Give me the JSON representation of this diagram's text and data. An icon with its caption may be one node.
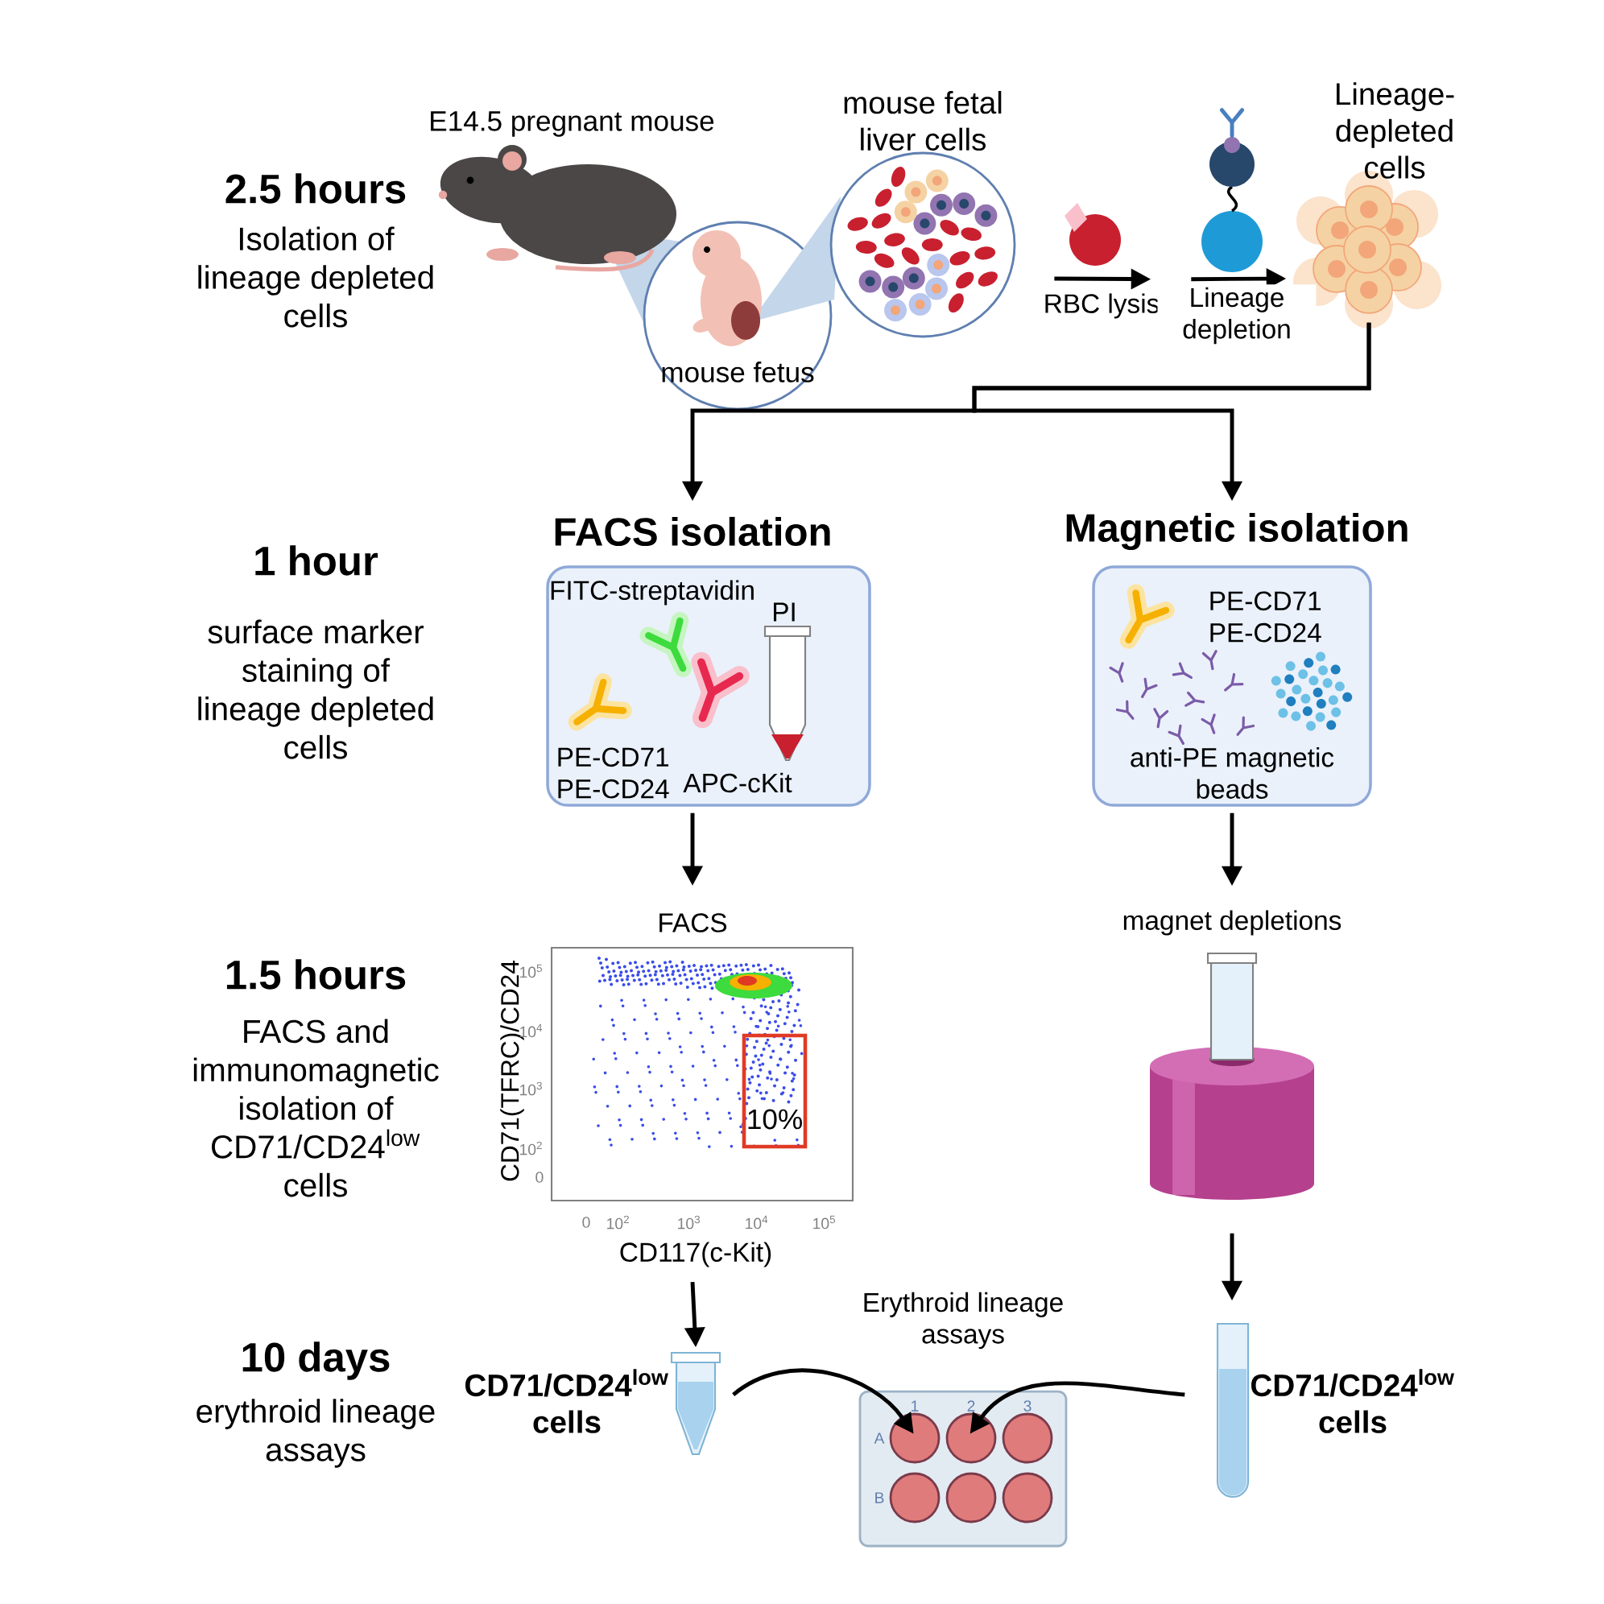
{
  "diagram": {
    "nodes": [
      {
        "text": [
          "E14.5 pregnant mouse"
        ]
      },
      {
        "text": [
          "mouse fetus"
        ]
      },
      {
        "text": [
          "mouse fetal liver cells"
        ]
      },
      {
        "text": [],
        "shape": "picture"
      },
      {
        "text": [
          "Lineage-depleted cells"
        ]
      },
      {
        "text": [
          "FACS isolation",
          "FITC-streptavidin",
          "PI",
          "PE-CD71 PE-CD24",
          "APC-cKit"
        ]
      },
      {
        "text": [
          "Magnetic isolation",
          "PE-CD71 PE-CD24",
          "anti-PE magnetic beads"
        ]
      },
      {
        "text": [
          "FACS",
          "CD71(TFRC)/CD24",
          "10$^{5}$",
          "10$^{4}$",
          "10$^{3}$",
          "10$^{2}$",
          "0",
          "10%",
          "0",
          "10$^{2}$",
          "10$^{3}$",
          "10$^{4}$",
          "10$^{5}$",
          "CD117(c-Kit)"
        ]
      },
      {
        "text": [
          "magnet depletions"
        ]
      },
      {
        "text": [],
        "shape": "picture",
        "beside": [
          "CD71/CD24$^{low}$ cells"
        ]
      },
      {
        "text": [
          "Erythroid lineage assays",
          "1",
          "2",
          "3",
          "A",
          "B"
        ]
      },
      {
        "text": [],
        "shape": "picture",
        "beside": [
          "CD71/CD24$^{low}$ cells"
        ]
      }
    ],
    "edges": [
      {
        "from": 2,
        "to": 3,
        "arrow": "to",
        "label": "RBC lysis"
      },
      {
        "from": 3,
        "to": 4,
        "arrow": "to",
        "label": "Lineage depletion"
      },
      {
        "from": 4,
        "to": 5,
        "arrow": "to"
      },
      {
        "from": 4,
        "to": 6,
        "arrow": "to"
      },
      {
        "from": 5,
        "to": 7,
        "arrow": "to"
      },
      {
        "from": 6,
        "to": 8,
        "arrow": "to"
      },
      {
        "from": 7,
        "to": 9,
        "arrow": "to"
      },
      {
        "from": 8,
        "to": 11,
        "arrow": "to"
      },
      {
        "from": 9,
        "to": 10,
        "arrow": "to"
      },
      {
        "from": 11,
        "to": 10,
        "arrow": "to"
      }
    ],
    "labels": [
      "2.5 hours",
      "Isolation of lineage depleted cells",
      "1 hour",
      "surface marker staining of lineage depleted cells",
      "1.5 hours",
      "FACS and immunomagnetic isolation of CD71/CD24$^{low}$ cells",
      "10 days",
      "erythroid lineage assays"
    ]
  }
}
